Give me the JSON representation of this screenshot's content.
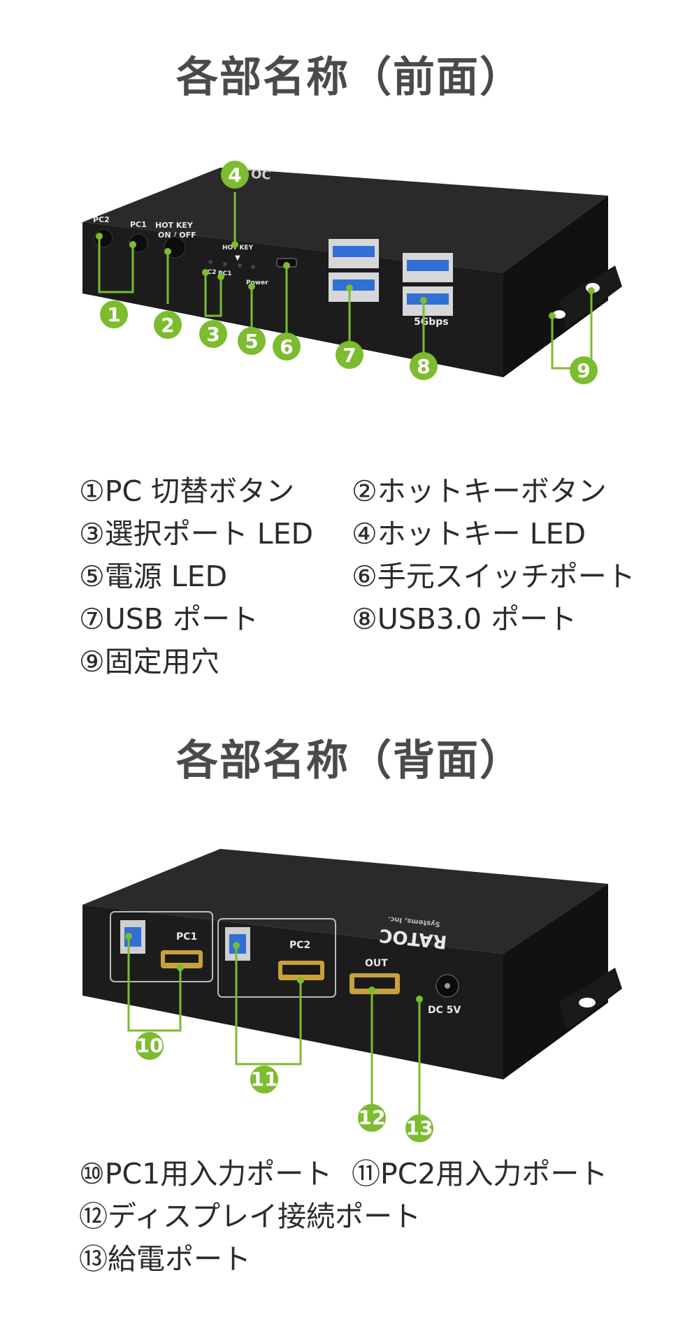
{
  "front": {
    "title": "各部名称（前面）",
    "device_labels": {
      "logo": "RATOC",
      "pc2": "PC2",
      "pc1": "PC1",
      "hotkey": "HOT KEY",
      "onoff": "ON / OFF",
      "hotkey_led": "HOT KEY",
      "led_pc2": "PC2",
      "led_pc1": "PC1",
      "power": "Power",
      "speed": "5Gbps"
    },
    "callouts": [
      "1",
      "2",
      "3",
      "4",
      "5",
      "6",
      "7",
      "8",
      "9"
    ],
    "legend": [
      "①PC 切替ボタン",
      "②ホットキーボタン",
      "③選択ポート LED",
      "④ホットキー LED",
      "⑤電源 LED",
      "⑥手元スイッチポート",
      "⑦USB ポート",
      "⑧USB3.0 ポート",
      "⑨固定用穴"
    ]
  },
  "back": {
    "title": "各部名称（背面）",
    "device_labels": {
      "pc1": "PC1",
      "pc2": "PC2",
      "out": "OUT",
      "dc": "DC 5V",
      "brand": "RATOC",
      "brand_sub": "Systems, Inc."
    },
    "callouts": [
      "10",
      "11",
      "12",
      "13"
    ],
    "legend": [
      "⑩PC1用入力ポート",
      "⑪PC2用入力ポート",
      "⑫ディスプレイ接続ポート",
      "⑬給電ポート"
    ]
  },
  "colors": {
    "callout_green": "#7dbb2f",
    "device_body": "#1f1f1f",
    "usb_blue": "#2f6fd6",
    "hdmi_gold": "#c9a13b",
    "title_gray": "#4a4a4a"
  }
}
